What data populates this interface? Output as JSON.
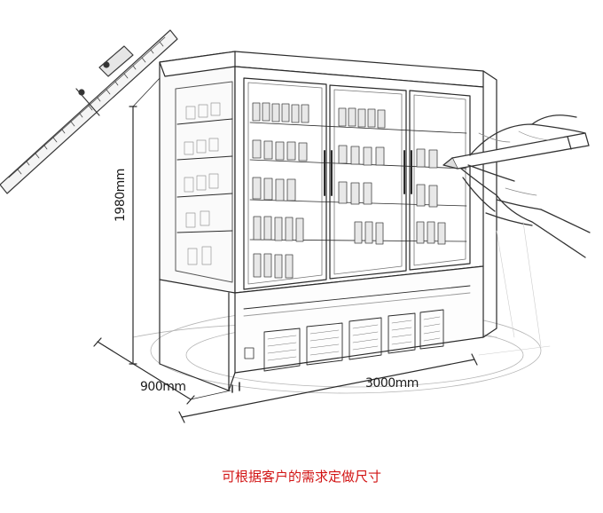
{
  "dimensions": {
    "height": "1980mm",
    "depth": "900mm",
    "width": "3000mm"
  },
  "caption": "可根据客户的需求定做尺寸",
  "colors": {
    "caption": "#d21414",
    "line": "#2a2a2a",
    "sketch": "#8a8a8a"
  },
  "icons": [
    "ruler-icon",
    "hand-with-pencil-icon"
  ]
}
